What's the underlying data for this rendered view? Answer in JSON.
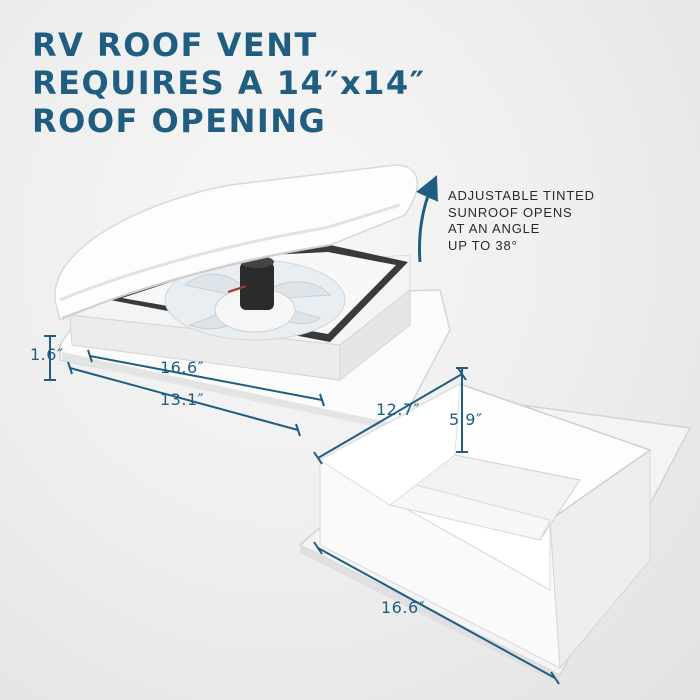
{
  "headline": {
    "line1": "RV ROOF VENT",
    "line2": "REQUIRES A 14″x14″",
    "line3": "ROOF OPENING"
  },
  "sunroof_note": {
    "line1": "ADJUSTABLE TINTED",
    "line2": "SUNROOF OPENS",
    "line3": "AT AN ANGLE",
    "line4": "UP TO 38°"
  },
  "vent_dimensions": {
    "height": "1.6″",
    "length": "16.6″",
    "width": "13.1″"
  },
  "garnish_dimensions": {
    "side": "12.7″",
    "height": "5.9″",
    "flange": "16.6″"
  },
  "colors": {
    "accent": "#1f5e80",
    "text": "#2a2a2a",
    "background": "#efefef"
  }
}
